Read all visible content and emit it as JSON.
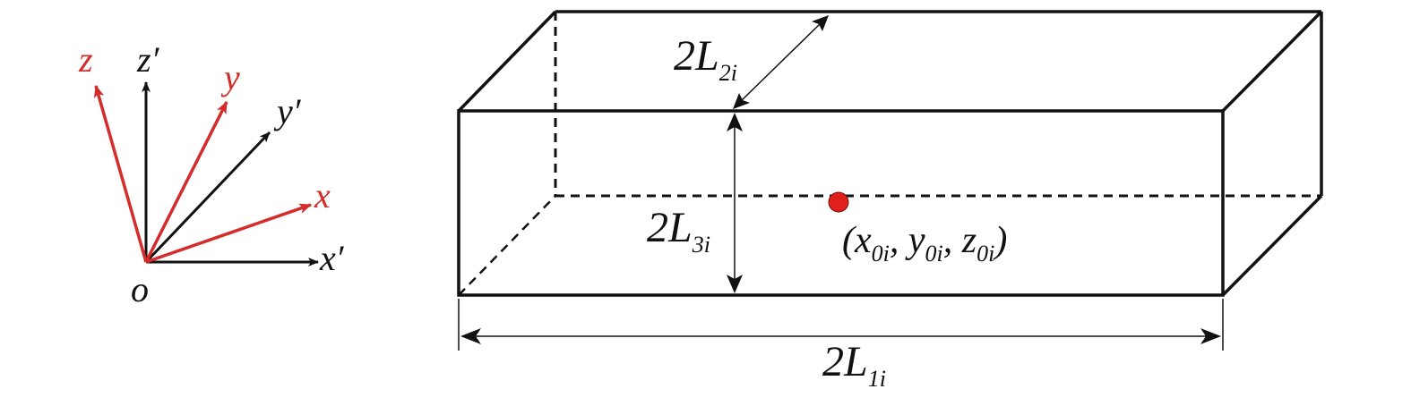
{
  "axes": {
    "origin": "o",
    "x_prime": "x′",
    "y_prime": "y′",
    "z_prime": "z′",
    "x": "x",
    "y": "y",
    "z": "z"
  },
  "dimensions": {
    "width": {
      "base": "2L",
      "sub": "2i"
    },
    "height": {
      "base": "2L",
      "sub": "3i"
    },
    "length": {
      "base": "2L",
      "sub": "1i"
    }
  },
  "center": {
    "open": "(",
    "x": "x",
    "x_sub": "0i",
    "comma1": ", ",
    "y": "y",
    "y_sub": "0i",
    "comma2": ", ",
    "z": "z",
    "z_sub": "0i",
    "close": ")"
  },
  "colors": {
    "black": "#111111",
    "red": "#d42b2b",
    "point": "#e0201c"
  }
}
